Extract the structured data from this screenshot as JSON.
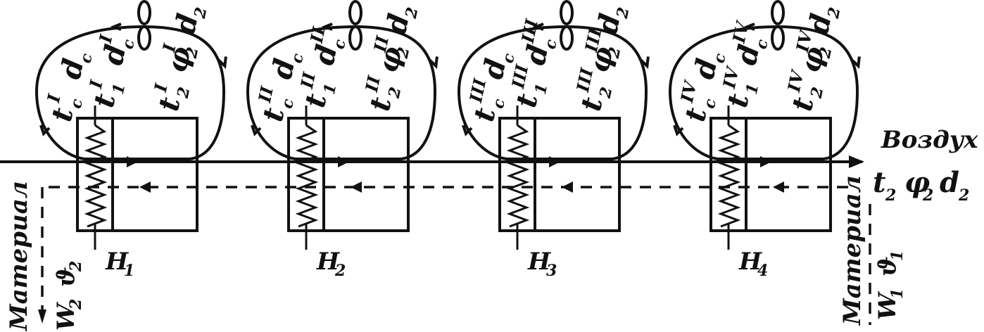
{
  "air": {
    "name": "Воздух",
    "params": [
      "t",
      "φ",
      "d"
    ],
    "index": "2"
  },
  "material_in": {
    "label": "Материал",
    "params": [
      "W",
      "ϑ"
    ],
    "index": "1"
  },
  "material_out": {
    "label": "Материал",
    "params": [
      "W",
      "ϑ"
    ],
    "index": "2"
  },
  "stages": [
    {
      "heater": "H",
      "heater_index": "1",
      "mark": "I",
      "labels": {
        "tc": "t",
        "dc": "d",
        "t1": "t",
        "t2": "t",
        "phi2": "φ",
        "d2": "d",
        "sub_c": "c",
        "sub_1": "1",
        "sub_2": "2"
      }
    },
    {
      "heater": "H",
      "heater_index": "2",
      "mark": "II",
      "labels": {
        "tc": "t",
        "dc": "d",
        "t1": "t",
        "t2": "t",
        "phi2": "φ",
        "d2": "d",
        "sub_c": "c",
        "sub_1": "1",
        "sub_2": "2"
      }
    },
    {
      "heater": "H",
      "heater_index": "3",
      "mark": "III",
      "labels": {
        "tc": "t",
        "dc": "d",
        "t1": "t",
        "t2": "t",
        "phi2": "φ",
        "d2": "d",
        "sub_c": "c",
        "sub_1": "1",
        "sub_2": "2"
      }
    },
    {
      "heater": "H",
      "heater_index": "4",
      "mark": "IV",
      "labels": {
        "tc": "t",
        "dc": "d",
        "t1": "t",
        "t2": "t",
        "phi2": "φ",
        "d2": "d",
        "sub_c": "c",
        "sub_1": "1",
        "sub_2": "2"
      }
    }
  ]
}
